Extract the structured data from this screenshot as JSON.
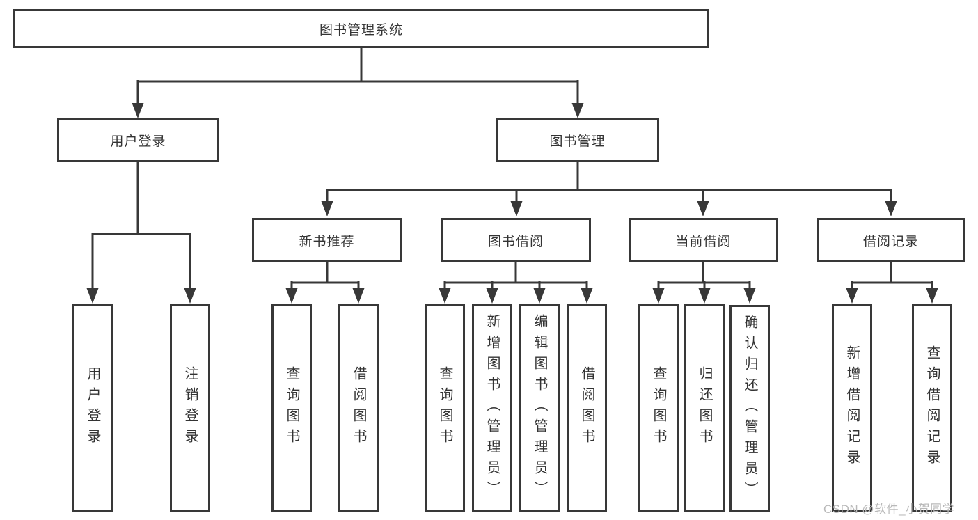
{
  "diagram": {
    "root": {
      "label": "图书管理系统"
    },
    "level2": [
      {
        "label": "用户登录"
      },
      {
        "label": "图书管理"
      }
    ],
    "level3": [
      {
        "label": "新书推荐"
      },
      {
        "label": "图书借阅"
      },
      {
        "label": "当前借阅"
      },
      {
        "label": "借阅记录"
      }
    ],
    "leaves": [
      {
        "label": "用户登录"
      },
      {
        "label": "注销登录"
      },
      {
        "label": "查询图书"
      },
      {
        "label": "借阅图书"
      },
      {
        "label": "查询图书"
      },
      {
        "label": "新增图书（管理员）"
      },
      {
        "label": "编辑图书（管理员）"
      },
      {
        "label": "借阅图书"
      },
      {
        "label": "查询图书"
      },
      {
        "label": "归还图书"
      },
      {
        "label": "确认归还（管理员）"
      },
      {
        "label": "新增借阅记录"
      },
      {
        "label": "查询借阅记录"
      }
    ]
  },
  "watermark": {
    "text": "CSDN @软件_小贺同学"
  },
  "colors": {
    "line": "#383838",
    "text": "#333333",
    "watermark_gray": "#b9b9b9",
    "background": "#ffffff"
  }
}
